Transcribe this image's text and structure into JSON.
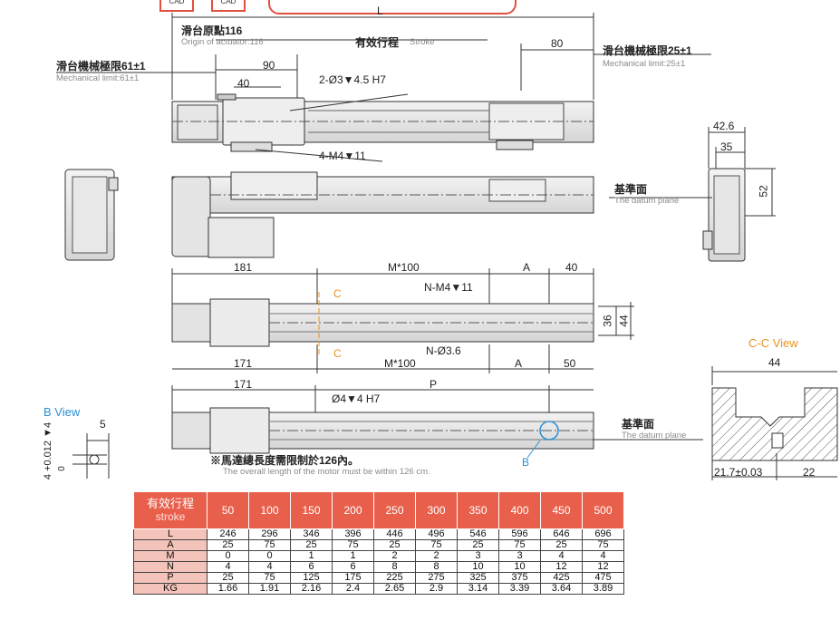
{
  "badges": {
    "cad_1": "CAD",
    "cad_2": "CAD"
  },
  "top_view": {
    "length_label": "L",
    "origin_zh": "滑台原點116",
    "origin_en": "Origin of actuator:116",
    "stroke_zh": "有效行程",
    "stroke_en": "Stroke",
    "dim_80": "80",
    "limit_left_zh": "滑台機械極限61±1",
    "limit_left_en": "Mechanical limit:61±1",
    "limit_right_zh": "滑台機械極限25±1",
    "limit_right_en": "Mechanical limit:25±1",
    "dim_90": "90",
    "dim_40": "40",
    "hole_note_1": "2-Ø3▼4.5 H7",
    "hole_note_2": "4-M4▼11"
  },
  "side_view": {
    "dim_42_6": "42.6",
    "dim_35": "35",
    "dim_52": "52",
    "datum_zh": "基準面",
    "datum_en": "The datum plane"
  },
  "bottom_view": {
    "dim_181": "181",
    "dim_m100_top": "M*100",
    "dim_a_top": "A",
    "dim_40": "40",
    "section_c_top": "C",
    "section_c_bottom": "C",
    "note_nm4": "N-M4▼11",
    "note_n36": "N-Ø3.6",
    "dim_36": "36",
    "dim_44": "44",
    "dim_171": "171",
    "dim_m100_bottom": "M*100",
    "dim_a_bottom": "A",
    "dim_50": "50"
  },
  "base_view": {
    "dim_171": "171",
    "dim_p": "P",
    "hole_note": "Ø4▼4 H7",
    "detail_b": "B",
    "datum_zh": "基準面",
    "datum_en": "The datum plane",
    "motor_note_zh": "※馬達總長度需限制於126內。",
    "motor_note_en": "The overall length of the motor must be within 126 cm."
  },
  "b_view": {
    "title": "B View",
    "dim_5": "5",
    "tolerance": "4 +0.012 ▼4",
    "tolerance_low": "0"
  },
  "cc_view": {
    "title": "C-C View",
    "dim_44": "44",
    "dim_21_7": "21.7±0.03",
    "dim_22": "22"
  },
  "table": {
    "header_zh": "有效行程",
    "header_en": "stroke",
    "strokes": [
      "50",
      "100",
      "150",
      "200",
      "250",
      "300",
      "350",
      "400",
      "450",
      "500"
    ],
    "rows": [
      {
        "label": "L",
        "values": [
          "246",
          "296",
          "346",
          "396",
          "446",
          "496",
          "546",
          "596",
          "646",
          "696"
        ]
      },
      {
        "label": "A",
        "values": [
          "25",
          "75",
          "25",
          "75",
          "25",
          "75",
          "25",
          "75",
          "25",
          "75"
        ]
      },
      {
        "label": "M",
        "values": [
          "0",
          "0",
          "1",
          "1",
          "2",
          "2",
          "3",
          "3",
          "4",
          "4"
        ]
      },
      {
        "label": "N",
        "values": [
          "4",
          "4",
          "6",
          "6",
          "8",
          "8",
          "10",
          "10",
          "12",
          "12"
        ]
      },
      {
        "label": "P",
        "values": [
          "25",
          "75",
          "125",
          "175",
          "225",
          "275",
          "325",
          "375",
          "425",
          "475"
        ]
      },
      {
        "label": "KG",
        "values": [
          "1.66",
          "1.91",
          "2.16",
          "2.4",
          "2.65",
          "2.9",
          "3.14",
          "3.39",
          "3.64",
          "3.89"
        ]
      }
    ]
  },
  "colors": {
    "accent": "#e8604c",
    "label_bg": "#f4c3b9",
    "section": "#e8931e",
    "detail": "#2a8fd6"
  }
}
